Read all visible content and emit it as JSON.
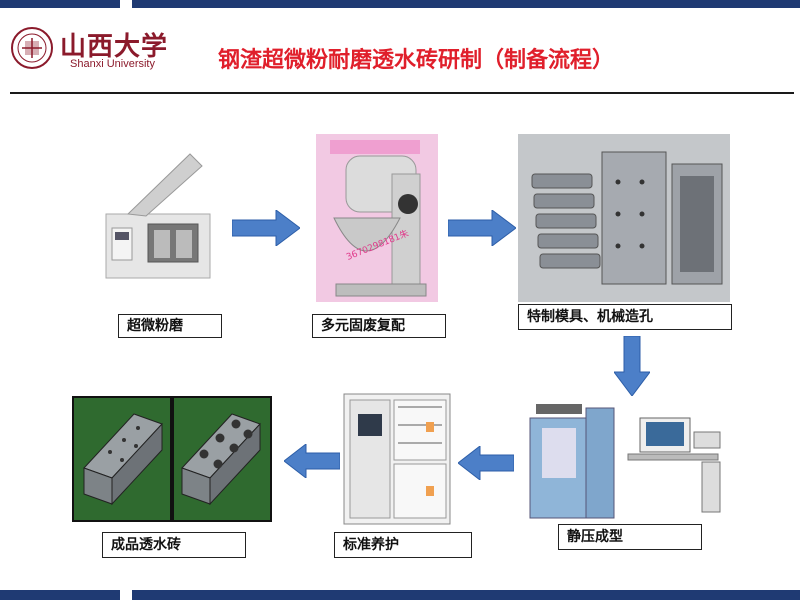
{
  "header": {
    "logo": {
      "name_cn": "山西大学",
      "name_en": "Shanxi University"
    },
    "title": "钢渣超微粉耐磨透水砖研制（制备流程）"
  },
  "steps": [
    {
      "label": "超微粉磨"
    },
    {
      "label": "多元固废复配"
    },
    {
      "label": "特制模具、机械造孔"
    },
    {
      "label": "静压成型"
    },
    {
      "label": "标准养护"
    },
    {
      "label": "成品透水砖"
    }
  ],
  "watermark": {
    "text": "3670298181朱"
  },
  "colors": {
    "arrow": "#4c7fc8",
    "bar": "#1f3a73",
    "title": "#e01f2b"
  },
  "icons": [
    "arrow-right-icon",
    "arrow-down-icon",
    "arrow-left-icon"
  ]
}
